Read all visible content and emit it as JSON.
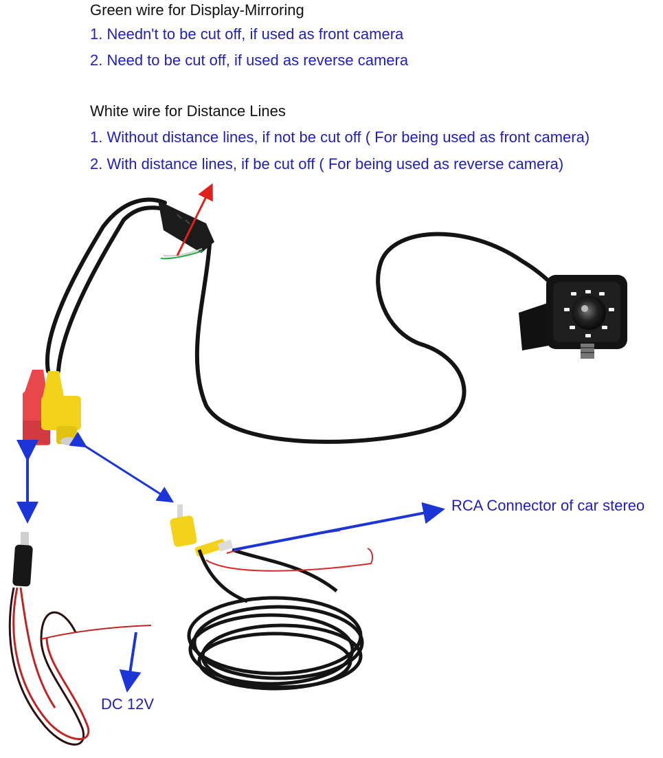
{
  "green_wire": {
    "heading": "Green wire for Display-Mirroring",
    "item1": "1. Needn't to be cut off, if used as front camera",
    "item2": "2. Need to be cut off, if used as reverse camera"
  },
  "white_wire": {
    "heading": "White wire for Distance Lines",
    "item1": "1. Without distance lines, if not be cut off ( For being used as front camera)",
    "item2": "2. With distance lines, if be cut off ( For being used as reverse camera)"
  },
  "labels": {
    "rca": "RCA Connector of car stereo",
    "dc": "DC 12V"
  },
  "colors": {
    "heading_text": "#111111",
    "blue_text": "#1f1fb8",
    "arrow_blue": "#1c35d6",
    "arrow_red": "#e0201a",
    "cable": "#141414",
    "rca_red": "#e8474c",
    "rca_yellow": "#f2d31a",
    "wire_red": "#d62a2a",
    "wire_green": "#27a64a"
  }
}
